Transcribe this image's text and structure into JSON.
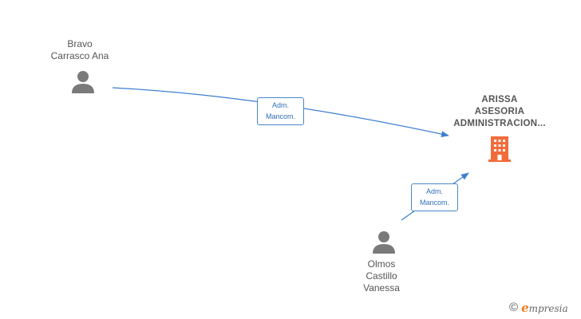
{
  "nodes": {
    "person1": {
      "name_line1": "Bravo",
      "name_line2": "Carrasco Ana",
      "icon": "person-icon"
    },
    "person2": {
      "name_line1": "Olmos",
      "name_line2": "Castillo",
      "name_line3": "Vanessa",
      "icon": "person-icon"
    },
    "company": {
      "name_line1": "ARISSA",
      "name_line2": "ASESORIA",
      "name_line3": "ADMINISTRACION...",
      "icon": "building-icon"
    }
  },
  "edges": {
    "edge1": {
      "label_line1": "Adm.",
      "label_line2": "Mancom."
    },
    "edge2": {
      "label_line1": "Adm.",
      "label_line2": "Mancom."
    }
  },
  "colors": {
    "edge": "#3f7fcf",
    "person_icon": "#7a7a7a",
    "company_icon": "#f26b3a",
    "brand_accent": "#e87d1e"
  },
  "footer": {
    "copyright": "©",
    "brand_initial": "e",
    "brand_rest": "mpresia"
  }
}
